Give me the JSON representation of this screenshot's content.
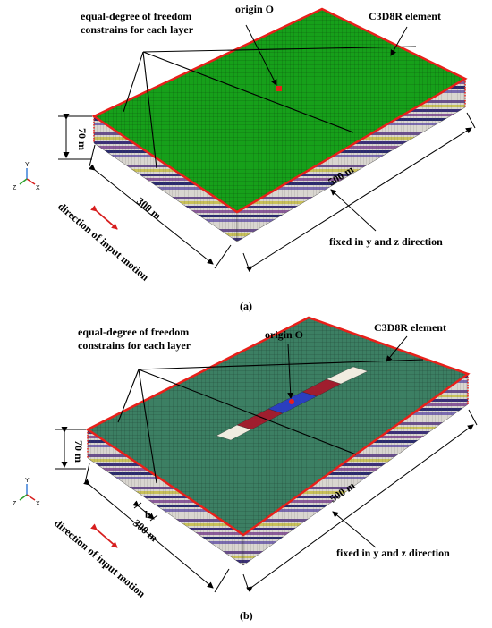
{
  "panel_a": {
    "caption": "(a)",
    "fill_color": "#16a01a",
    "labels": {
      "constraint_line1": "equal-degree of freedom",
      "constraint_line2": "constrains for each layer",
      "origin": "origin O",
      "element": "C3D8R element",
      "height": "70 m",
      "width": "300 m",
      "length": "500 m",
      "motion": "direction of input motion",
      "fixed": "fixed in y and z direction"
    }
  },
  "panel_b": {
    "caption": "(b)",
    "fill_color": "#3c7f63",
    "labels": {
      "constraint_line1": "equal-degree of freedom",
      "constraint_line2": "constrains for each layer",
      "origin": "origin O",
      "element": "C3D8R element",
      "height": "70 m",
      "width": "300 m",
      "length": "500 m",
      "b": "b",
      "motion": "direction of input motion",
      "fixed": "fixed in y and z direction"
    }
  },
  "axes_triad": {
    "y": "Y",
    "z": "Z",
    "x": "X"
  },
  "colors": {
    "boundary": "#e8201a",
    "arrow": "#d71e1e",
    "structure_blue": "#2b3fc0",
    "structure_red": "#a01e2e",
    "structure_white": "#f1ece0"
  }
}
